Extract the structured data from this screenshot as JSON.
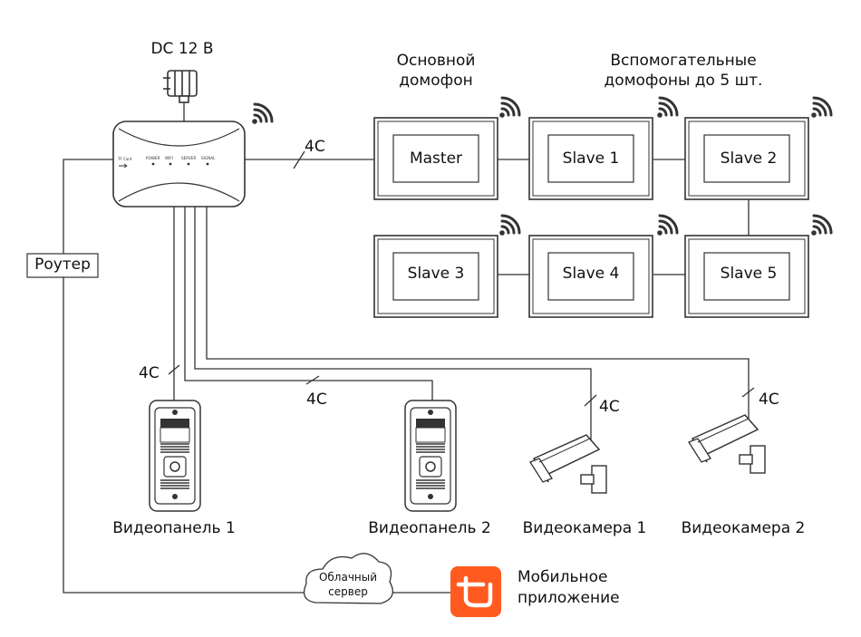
{
  "power_label": "DC 12 В",
  "main_label": "Основной\nдомофон",
  "aux_label": "Вспомогательные\nдомофоны до 5 шт.",
  "cable_label": "4C",
  "router_label": "Роутер",
  "cloud_label": "Облачный\nсервер",
  "app_label": "Мобильное\nприложение",
  "hub_indicators": [
    "POWER",
    "WIFI",
    "SERVER",
    "SIGNAL"
  ],
  "hub_tf_label": "TF Card",
  "monitors": [
    {
      "label": "Master"
    },
    {
      "label": "Slave 1"
    },
    {
      "label": "Slave 2"
    },
    {
      "label": "Slave 3"
    },
    {
      "label": "Slave 4"
    },
    {
      "label": "Slave 5"
    }
  ],
  "devices": [
    {
      "label": "Видеопанель 1"
    },
    {
      "label": "Видеопанель 2"
    },
    {
      "label": "Видеокамера 1"
    },
    {
      "label": "Видеокамера 2"
    }
  ],
  "colors": {
    "line": "#333333",
    "app_brand": "#ff5a1f"
  }
}
